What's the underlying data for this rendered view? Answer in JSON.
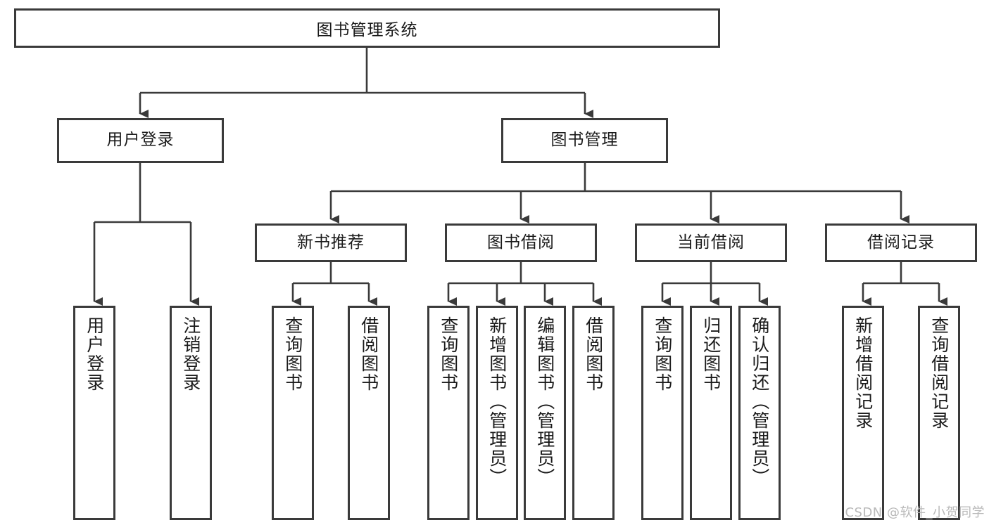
{
  "diagram": {
    "title": "图书管理系统",
    "type": "tree-hierarchy",
    "background_color": "#ffffff",
    "box_border_color": "#3a3a3a",
    "edge_color": "#3a3a3a",
    "text_color": "#1a1a1a"
  },
  "root": {
    "label": "图书管理系统"
  },
  "level2": [
    {
      "label": "用户登录"
    },
    {
      "label": "图书管理"
    }
  ],
  "level3": [
    {
      "label": "新书推荐"
    },
    {
      "label": "图书借阅"
    },
    {
      "label": "当前借阅"
    },
    {
      "label": "借阅记录"
    }
  ],
  "leaves": {
    "user_login": [
      {
        "label": "用户登录"
      },
      {
        "label": "注销登录"
      }
    ],
    "new_book_rec": [
      {
        "label": "查询图书"
      },
      {
        "label": "借阅图书"
      }
    ],
    "book_borrow": [
      {
        "label": "查询图书"
      },
      {
        "label": "新增图书（管理员）"
      },
      {
        "label": "编辑图书（管理员）"
      },
      {
        "label": "借阅图书"
      }
    ],
    "current_borrow": [
      {
        "label": "查询图书"
      },
      {
        "label": "归还图书"
      },
      {
        "label": "确认归还（管理员）"
      }
    ],
    "borrow_record": [
      {
        "label": "新增借阅记录"
      },
      {
        "label": "查询借阅记录"
      }
    ]
  },
  "watermark": {
    "text": "CSDN @软件_小贺同学"
  }
}
